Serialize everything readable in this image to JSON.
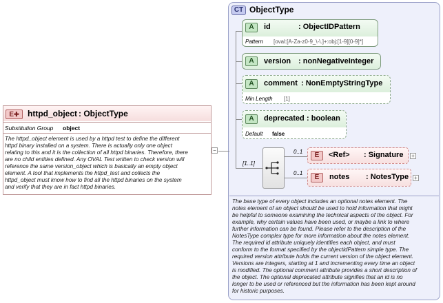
{
  "complex_type": {
    "tag": "CT",
    "name": "ObjectType",
    "documentation": [
      "The base type of every object includes an optional notes element. The",
      "notes element of an object should be used to hold information that might",
      "be helpful to someone examining the technical aspects of the object. For",
      "example, why certain values have been used, or maybe a link to where",
      "further information can be found. Please refer to the description of the",
      "NotesType complex type for more information about the notes element.",
      "The required id attribute uniquely identifies each object, and must",
      "conform to the format specified by the objectidPattern simple type. The",
      "required version attribute holds the current version of the object element.",
      "Versions are integers, starting at 1 and incrementing every time an object",
      "is modified. The optional comment attribute provides a short description of",
      "the object. The optional deprecated attribute signifies that an id is no",
      "longer to be used or referenced but the information has been kept around",
      "for historic purposes."
    ]
  },
  "attributes": [
    {
      "tag": "A",
      "name": "id",
      "type": ": ObjectIDPattern",
      "facet_label": "Pattern",
      "facet_value": "[oval:[A-Za-z0-9_\\-\\.]+:obj:[1-9][0-9]*]"
    },
    {
      "tag": "A",
      "name": "version",
      "type": ": nonNegativeInteger"
    },
    {
      "tag": "A",
      "name": "comment",
      "type": ": NonEmptyStringType",
      "facet_label": "Min Length",
      "facet_value": "[1]"
    },
    {
      "tag": "A",
      "name": "deprecated",
      "type": ": boolean",
      "facet_label": "Default",
      "facet_value": "false"
    }
  ],
  "element": {
    "tag": "E",
    "name": "httpd_object",
    "type": ": ObjectType",
    "subst_label": "Substitution Group",
    "subst_value": "object",
    "documentation": [
      "The httpd_object element is used by a httpd test to define the different",
      "httpd binary installed on a system. There is actually only one object",
      "relating to this and it is the collection of all httpd binaries. Therefore, there",
      "are no child entities defined. Any OVAL Test written to check version will",
      "reference the same version_object which is basically an empty object",
      "element. A tool that implements the httpd_test and collects the",
      "httpd_object must know how to find all the httpd binaries on the system",
      "and verify that they are in fact httpd binaries."
    ]
  },
  "sequence": {
    "cardinality": "[1..1]"
  },
  "children": [
    {
      "tag": "E",
      "name": "<Ref>",
      "type": ": Signature",
      "cardinality": "0..1"
    },
    {
      "tag": "E",
      "name": "notes",
      "type": ": NotesType",
      "cardinality": "0..1"
    }
  ],
  "colors": {
    "complex_bg": "#eef0fb",
    "attribute_tag": "#c4e6c4",
    "element_tag": "#f3c9c9"
  },
  "icons": {
    "collapse": "minus-icon",
    "expand": "plus-icon",
    "sequence": "sequence-icon"
  }
}
